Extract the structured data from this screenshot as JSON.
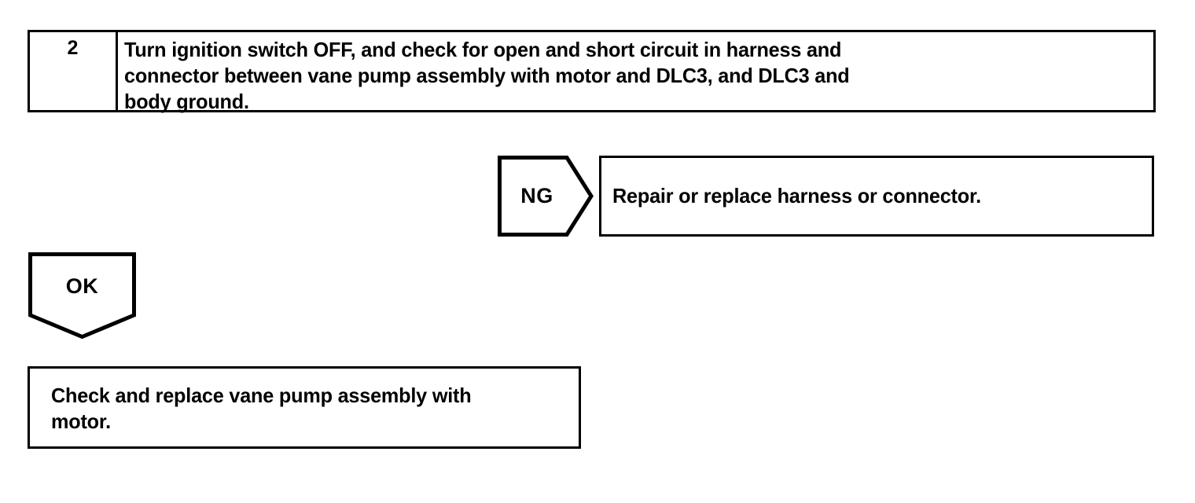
{
  "document": {
    "type": "diagnostic-flowchart",
    "background_color": "#ffffff",
    "line_color": "#000000"
  },
  "step": {
    "number": "2",
    "instruction": "Turn ignition switch OFF, and check for open and short circuit in harness and\nconnector between vane pump assembly with motor and DLC3, and DLC3 and\nbody ground."
  },
  "branches": {
    "ng": {
      "marker_label": "NG",
      "marker_shape": "right-pointing-pentagon",
      "result": "Repair or replace harness or connector."
    },
    "ok": {
      "marker_label": "OK",
      "marker_shape": "down-pointing-pentagon",
      "result": "Check and replace vane pump assembly with\nmotor."
    }
  }
}
